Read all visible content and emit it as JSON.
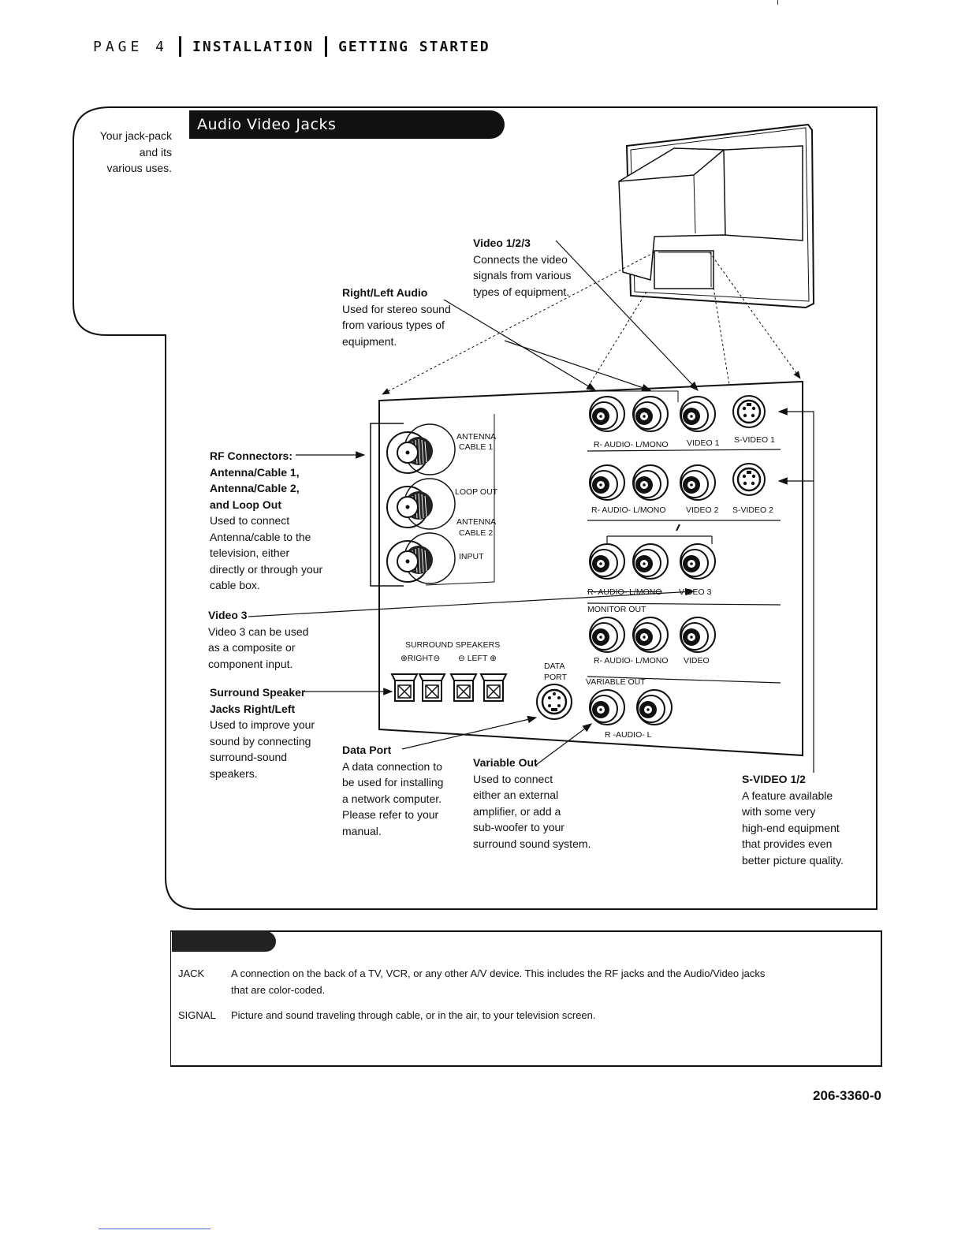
{
  "header": {
    "page_label": "PAGE 4",
    "section": "INSTALLATION",
    "subsection": "GETTING STARTED"
  },
  "intro": {
    "line1": "Your jack-pack",
    "line2": "and its",
    "line3": "various uses."
  },
  "section_tab": {
    "title": "Audio Video Jacks"
  },
  "callouts": {
    "video123": {
      "title": "Video 1/2/3",
      "l1": "Connects the video",
      "l2": "signals from various",
      "l3": "types of equipment."
    },
    "rl_audio": {
      "title": "Right/Left Audio",
      "l1": "Used for stereo sound",
      "l2": "from various types of",
      "l3": "equipment."
    },
    "rf": {
      "t1": "RF Connectors:",
      "t2": "Antenna/Cable 1,",
      "t3": "Antenna/Cable 2,",
      "t4": "and Loop Out",
      "l1": "Used to connect",
      "l2": "Antenna/cable to the",
      "l3": "television, either",
      "l4": "directly or through your",
      "l5": "cable box."
    },
    "video3": {
      "title": "Video 3",
      "l1": "Video 3 can be used",
      "l2": "as a composite or",
      "l3": "component input."
    },
    "surround": {
      "t1": "Surround Speaker",
      "t2": "Jacks Right/Left",
      "l1": "Used to improve your",
      "l2": "sound by connecting",
      "l3": "surround-sound",
      "l4": "speakers."
    },
    "data_port": {
      "title": "Data Port",
      "l1": "A data connection to",
      "l2": "be used for installing",
      "l3": "a network computer.",
      "l4": "Please refer to your",
      "l5": "manual."
    },
    "variable_out": {
      "title": "Variable Out",
      "l1": "Used to connect",
      "l2": "either an external",
      "l3": "amplifier, or add a",
      "l4": "sub-woofer to your",
      "l5": "surround sound system."
    },
    "svideo": {
      "title": "S-VIDEO 1/2",
      "l1": "A feature available",
      "l2": "with some very",
      "l3": "high-end equipment",
      "l4": "that provides even",
      "l5": "better picture quality."
    }
  },
  "jack_labels": {
    "antenna_cable1_a": "ANTENNA",
    "antenna_cable1_b": "CABLE 1",
    "loop_out": "LOOP OUT",
    "antenna_cable2_a": "ANTENNA",
    "antenna_cable2_b": "CABLE 2",
    "input": "INPUT",
    "row1_audio": "R- AUDIO- L/MONO",
    "row1_video": "VIDEO 1",
    "row1_svideo": "S-VIDEO 1",
    "row2_audio": "R- AUDIO- L/MONO",
    "row2_video": "VIDEO 2",
    "row2_svideo": "S-VIDEO 2",
    "row3_audio": "R- AUDIO- L/MONO",
    "row3_video": "VIDEO 3",
    "monitor_out": "MONITOR OUT",
    "row4_audio": "R- AUDIO- L/MONO",
    "row4_video": "VIDEO",
    "variable_out": "VARIABLE OUT",
    "row5_audio": "R -AUDIO- L",
    "surround_title": "SURROUND SPEAKERS",
    "surround_right": "⊕RIGHT⊖",
    "surround_left": "⊖ LEFT ⊕",
    "data_a": "DATA",
    "data_b": "PORT"
  },
  "glossary": [
    {
      "term": "JACK",
      "def1": "A connection on the back of a TV, VCR, or any other A/V device. This includes the RF jacks and the Audio/Video jacks",
      "def2": "that are color-coded."
    },
    {
      "term": "SIGNAL",
      "def1": "Picture and sound traveling through cable, or in the air, to your television screen.",
      "def2": ""
    }
  ],
  "part_number": "206-3360-0"
}
